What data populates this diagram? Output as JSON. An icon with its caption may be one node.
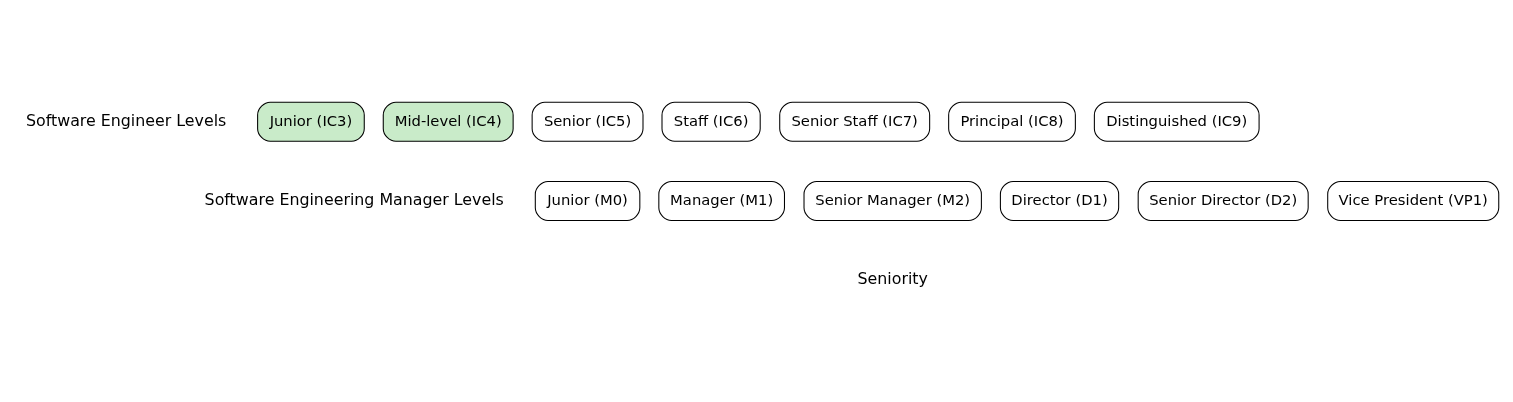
{
  "diagram": {
    "nodes": [
      {
        "text": [
          "Junior (IC3)"
        ]
      },
      {
        "text": [
          "Mid-level (IC4)"
        ]
      },
      {
        "text": [
          "Senior (IC5)"
        ]
      },
      {
        "text": [
          "Staff (IC6)"
        ]
      },
      {
        "text": [
          "Senior Staff (IC7)"
        ]
      },
      {
        "text": [
          "Principal (IC8)"
        ]
      },
      {
        "text": [
          "Distinguished (IC9)"
        ]
      },
      {
        "text": [
          "Junior (M0)"
        ]
      },
      {
        "text": [
          "Manager (M1)"
        ]
      },
      {
        "text": [
          "Senior Manager (M2)"
        ]
      },
      {
        "text": [
          "Director (D1)"
        ]
      },
      {
        "text": [
          "Senior Director (D2)"
        ]
      },
      {
        "text": [
          "Vice President (VP1)"
        ]
      }
    ],
    "edges": [],
    "labels": [
      "Software Engineer Levels",
      "Software Engineering Manager Levels",
      "Seniority"
    ]
  }
}
